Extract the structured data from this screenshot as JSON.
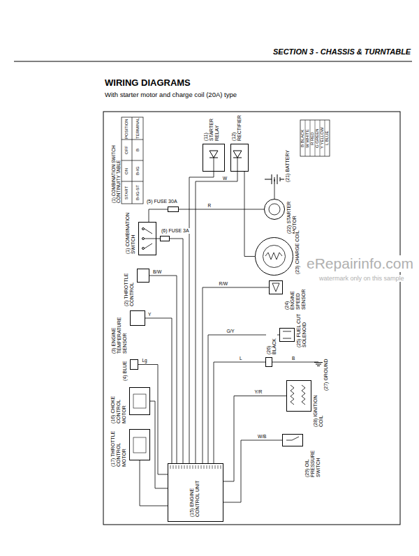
{
  "diagram": {
    "title": "WIRING DIAGRAMS",
    "nodes": [
      {
        "text": [
          "(1) COMBINATION SWITCH"
        ]
      },
      {
        "text": [
          "(5) FUSE 30A"
        ]
      },
      {
        "text": [
          "(6) FUSE 3A"
        ]
      },
      {
        "text": [
          "(2) THROTTLE CONTROL"
        ]
      },
      {
        "text": [
          "(3) ENGINE TEMPERATURE SENSOR"
        ]
      },
      {
        "text": [
          "(4) BLUE"
        ]
      },
      {
        "text": [
          "(16) CHOKE CONTROL MOTOR"
        ]
      },
      {
        "text": [
          "(17) THROTTLE CONTROL MOTOR"
        ]
      },
      {
        "text": [
          "(15) ENGINE CONTROL UNIT"
        ]
      },
      {
        "text": [
          "(11) STARTER RELAY"
        ]
      },
      {
        "text": [
          "(12) RECTIFIER"
        ]
      },
      {
        "text": [
          "(21) BATTERY"
        ]
      },
      {
        "text": [
          "(22) STARTER MOTOR"
        ]
      },
      {
        "text": [
          "(23) CHARGE COIL"
        ]
      },
      {
        "text": [
          "(24) ENGINE SPEED SENSOR"
        ]
      },
      {
        "text": [
          "(25) FUEL CUT SOLENOID"
        ]
      },
      {
        "text": [
          "(26) BLACK"
        ]
      },
      {
        "text": [
          "(27) GROUND"
        ]
      },
      {
        "text": [
          "(28) IGNITION COIL"
        ]
      },
      {
        "text": [
          "(29) OIL PRESSURE SWITCH"
        ]
      }
    ],
    "edges": [
      {
        "from": 0,
        "to": 2,
        "arrow": "none"
      },
      {
        "from": 2,
        "to": 8,
        "arrow": "none"
      },
      {
        "from": 0,
        "to": 1,
        "arrow": "none"
      },
      {
        "from": 1,
        "to": 12,
        "arrow": "none"
      },
      {
        "from": 11,
        "to": 12,
        "arrow": "none"
      },
      {
        "from": 10,
        "to": 8,
        "arrow": "none"
      },
      {
        "from": 9,
        "to": 8,
        "arrow": "none"
      },
      {
        "from": 13,
        "to": 10,
        "arrow": "none"
      },
      {
        "from": 3,
        "to": 8,
        "arrow": "none"
      },
      {
        "from": 4,
        "to": 8,
        "arrow": "none"
      },
      {
        "from": 5,
        "to": 8,
        "arrow": "none"
      },
      {
        "from": 6,
        "to": 8,
        "arrow": "none"
      },
      {
        "from": 7,
        "to": 8,
        "arrow": "none"
      },
      {
        "from": 14,
        "to": 8,
        "arrow": "none"
      },
      {
        "from": 15,
        "to": 8,
        "arrow": "none"
      },
      {
        "from": 16,
        "to": 8,
        "arrow": "none"
      },
      {
        "from": 16,
        "to": 17,
        "arrow": "none"
      },
      {
        "from": 18,
        "to": 8,
        "arrow": "none"
      },
      {
        "from": 19,
        "to": 8,
        "arrow": "none"
      }
    ],
    "labels": [
      "SECTION 3 - CHASSIS & TURNTABLE",
      "With starter motor and charge coil (20A) type",
      "(1) COMBINATION SWITCH CONTINUITY TABLE",
      "POSITION",
      "TERMINAL",
      "OFF",
      "B",
      "ON",
      "B-IG",
      "START",
      "B-IG-ST",
      "B BLACK",
      "W WHITE",
      "R RED",
      "G GREEN",
      "Y YELLOW",
      "L BLUE",
      "R",
      "W",
      "B/W",
      "Y",
      "Lg",
      "R/W",
      "G/Y",
      "L",
      "B",
      "Y/R",
      "W/B",
      "eRepairinfo.com",
      "watermark only on this sample"
    ]
  }
}
